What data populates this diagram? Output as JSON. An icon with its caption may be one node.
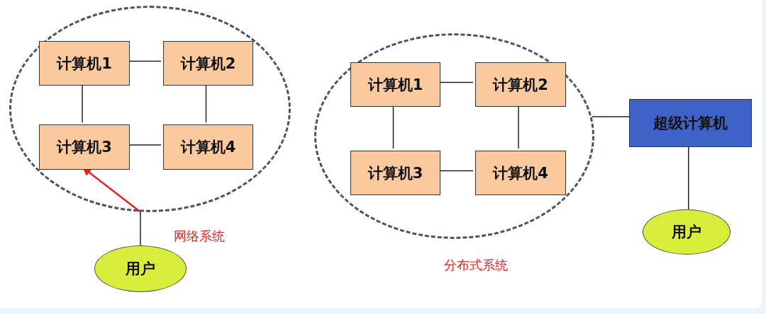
{
  "diagram": {
    "nodes": [
      {
        "text": [],
        "shape": "ellipse"
      },
      {
        "text": [
          "计算机1"
        ],
        "in": 0
      },
      {
        "text": [
          "计算机2"
        ],
        "in": 0
      },
      {
        "text": [
          "计算机3"
        ],
        "in": 0
      },
      {
        "text": [
          "计算机4"
        ],
        "in": 0
      },
      {
        "text": [
          "用户"
        ]
      },
      {
        "text": [],
        "shape": "ellipse"
      },
      {
        "text": [
          "计算机1"
        ],
        "in": 6
      },
      {
        "text": [
          "计算机2"
        ],
        "in": 6
      },
      {
        "text": [
          "计算机3"
        ],
        "in": 6
      },
      {
        "text": [
          "计算机4"
        ],
        "in": 6
      },
      {
        "text": [
          "超级计算机"
        ]
      },
      {
        "text": [
          "用户"
        ]
      }
    ],
    "edges": [
      {
        "from": 1,
        "to": 2,
        "arrow": "none"
      },
      {
        "from": 1,
        "to": 3,
        "arrow": "none"
      },
      {
        "from": 2,
        "to": 4,
        "arrow": "none"
      },
      {
        "from": 3,
        "to": 4,
        "arrow": "none"
      },
      {
        "from": 5,
        "to": 0,
        "arrow": "none"
      },
      {
        "from": 0,
        "to": 3,
        "arrow": "to",
        "color": "#e02424"
      },
      {
        "from": 7,
        "to": 8,
        "arrow": "none"
      },
      {
        "from": 7,
        "to": 9,
        "arrow": "none"
      },
      {
        "from": 8,
        "to": 10,
        "arrow": "none"
      },
      {
        "from": 9,
        "to": 10,
        "arrow": "none"
      },
      {
        "from": 6,
        "to": 11,
        "arrow": "none"
      },
      {
        "from": 11,
        "to": 12,
        "arrow": "none"
      }
    ],
    "labels": [
      "网络系统",
      "分布式系统"
    ]
  }
}
